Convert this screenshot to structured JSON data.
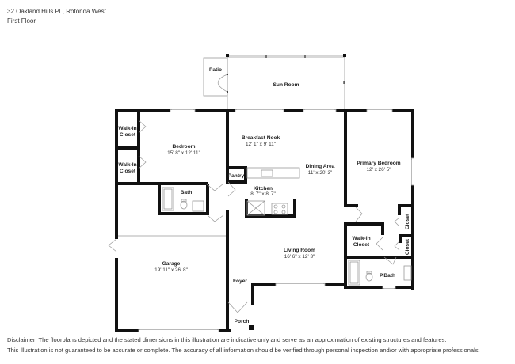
{
  "header": {
    "address": "32 Oakland Hills Pl , Rotonda West",
    "floor": "First Floor"
  },
  "rooms": {
    "patio": {
      "name": "Patio"
    },
    "sun_room": {
      "name": "Sun Room"
    },
    "walk_in_closet_1": {
      "name_line1": "Walk-In",
      "name_line2": "Closet"
    },
    "walk_in_closet_2": {
      "name_line1": "Walk-In",
      "name_line2": "Closet"
    },
    "bedroom": {
      "name": "Bedroom",
      "dims": "15' 8\" x 12' 11\""
    },
    "breakfast_nook": {
      "name": "Breakfast Nook",
      "dims": "12' 1\" x 9' 11\""
    },
    "dining_area": {
      "name": "Dining Area",
      "dims": "11' x 20' 3\""
    },
    "primary_bedroom": {
      "name": "Primary Bedroom",
      "dims": "12' x 26' 5\""
    },
    "pantry": {
      "name": "Pantry"
    },
    "bath": {
      "name": "Bath"
    },
    "kitchen": {
      "name": "Kitchen",
      "dims": "8' 7\" x 8' 7\""
    },
    "garage": {
      "name": "Garage",
      "dims": "19' 11\" x 26' 8\""
    },
    "living_room": {
      "name": "Living Room",
      "dims": "16' 6\" x 12' 3\""
    },
    "foyer": {
      "name": "Foyer"
    },
    "porch": {
      "name": "Porch"
    },
    "primary_walk_in_closet": {
      "name_line1": "Walk-In",
      "name_line2": "Closet"
    },
    "closet_1": {
      "name": "Closet"
    },
    "closet_2": {
      "name": "Closet"
    },
    "p_bath": {
      "name": "P.Bath"
    }
  },
  "disclaimer": {
    "line1": "Disclaimer: The floorplans depicted and the stated dimensions in this illustration are indicative only and serve as an approximation of existing structures and features.",
    "line2": "This illustration is not guaranteed to be accurate or complete. The accuracy of all information should be verified through personal inspection and/or with appropriate professionals."
  }
}
